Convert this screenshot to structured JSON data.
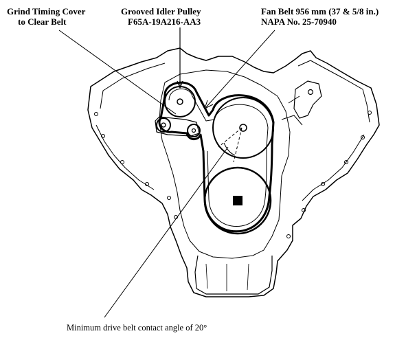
{
  "labels": {
    "grind_timing_cover": {
      "line1": "Grind Timing Cover",
      "line2": "to Clear Belt"
    },
    "grooved_idler_pulley": {
      "line1": "Grooved  Idler Pulley",
      "line2": "F65A-19A216-AA3"
    },
    "fan_belt": {
      "line1": "Fan Belt  956 mm (37 & 5/8 in.)",
      "line2": "NAPA No. 25-70940"
    },
    "contact_angle": "Minimum drive belt contact angle of  20°"
  },
  "colors": {
    "ink": "#000000",
    "background": "#ffffff"
  }
}
